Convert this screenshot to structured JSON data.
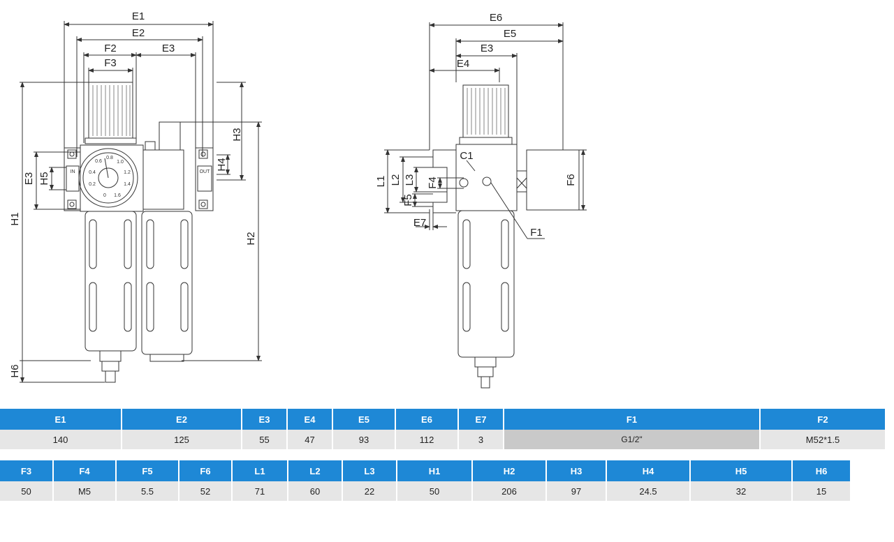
{
  "drawing": {
    "front_view_labels": {
      "E1": "E1",
      "E2": "E2",
      "F2": "F2",
      "E3_top": "E3",
      "F3": "F3",
      "H3": "H3",
      "H4": "H4",
      "E3_left": "E3",
      "H5": "H5",
      "H1": "H1",
      "H2": "H2",
      "H6": "H6",
      "in": "IN",
      "out": "OUT"
    },
    "side_view_labels": {
      "E6": "E6",
      "E5": "E5",
      "E3": "E3",
      "E4": "E4",
      "C1": "C1",
      "L1": "L1",
      "L2": "L2",
      "L3": "L3",
      "F4": "F4",
      "F5": "F5",
      "E7": "E7",
      "F1": "F1",
      "F6": "F6"
    },
    "gauge_scale": [
      "0",
      "0.2",
      "0.4",
      "0.6",
      "0.8",
      "1.0",
      "1.2",
      "1.4",
      "1.6"
    ]
  },
  "table1": {
    "headers": [
      "E1",
      "E2",
      "E3",
      "E4",
      "E5",
      "E6",
      "E7",
      "F1",
      "F2"
    ],
    "values": [
      "140",
      "125",
      "55",
      "47",
      "93",
      "112",
      "3",
      "G1/2\"",
      "M52*1.5"
    ]
  },
  "table2": {
    "headers": [
      "F3",
      "F4",
      "F5",
      "F6",
      "L1",
      "L2",
      "L3",
      "H1",
      "H2",
      "H3",
      "H4",
      "H5",
      "H6"
    ],
    "values": [
      "50",
      "M5",
      "5.5",
      "52",
      "71",
      "60",
      "22",
      "50",
      "206",
      "97",
      "24.5",
      "32",
      "15"
    ]
  },
  "colors": {
    "header_blue": "#1e88d6",
    "row_gray": "#e6e6e6",
    "highlight_gray": "#c9c9c9",
    "line": "#333333"
  }
}
